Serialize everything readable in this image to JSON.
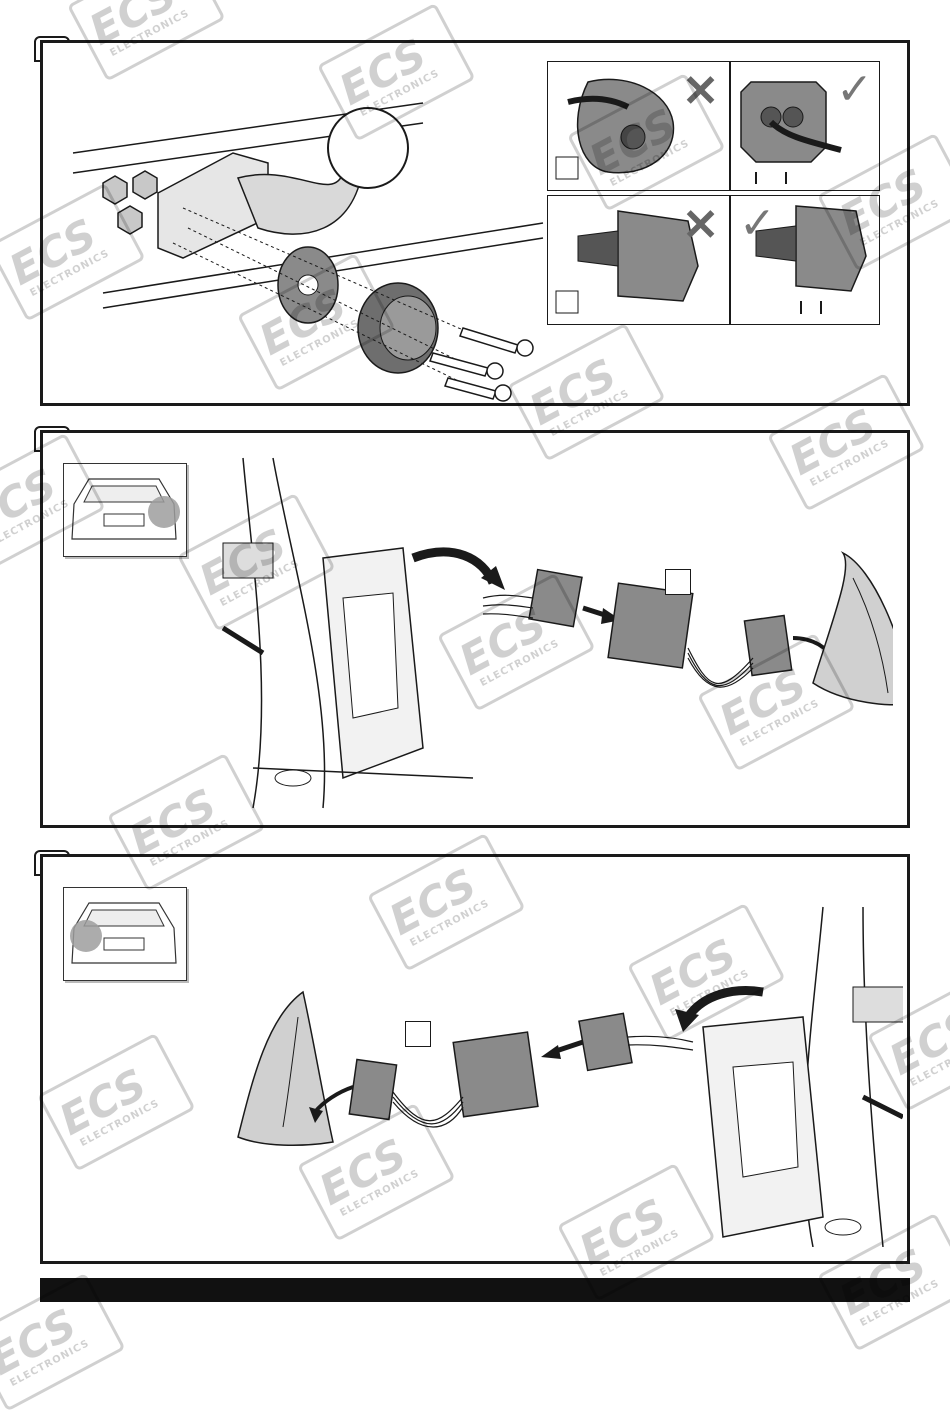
{
  "watermark": {
    "main": "ECS",
    "sub": "ELECTRONICS"
  },
  "panels": [
    {
      "id": "step-1",
      "insets": [
        "incorrect",
        "correct",
        "incorrect",
        "correct"
      ]
    },
    {
      "id": "step-2",
      "view": "rear-right"
    },
    {
      "id": "step-3",
      "view": "rear-left"
    }
  ],
  "symbols": {
    "wrong": "✕",
    "right": "✓"
  },
  "colors": {
    "line": "#1a1a1a",
    "fill_gray": "#8a8a8a",
    "fill_light": "#cfcfcf",
    "highlight": "#9e9e9e",
    "footer": "#111111"
  }
}
